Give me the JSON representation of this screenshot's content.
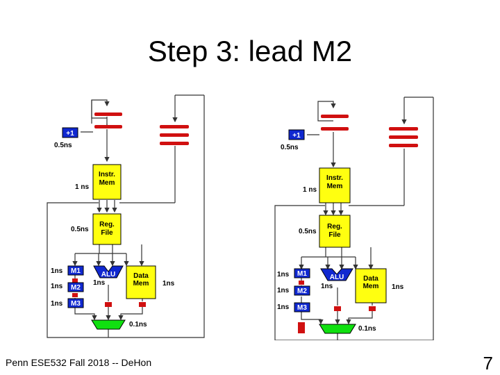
{
  "slide": {
    "title": "Step 3: lead M2",
    "footer": "Penn ESE532 Fall 2018 -- DeHon",
    "page_number": "7"
  },
  "diagram_left": {
    "plus_one": "+1",
    "t_plus_one": "0.5ns",
    "imem": [
      "Instr.",
      "Mem"
    ],
    "t_imem": "1 ns",
    "regfile": [
      "Reg.",
      "File"
    ],
    "t_regfile": "0.5ns",
    "alu": "ALU",
    "t_alu": "1ns",
    "dmem": [
      "Data",
      "Mem"
    ],
    "t_dmem": "1ns",
    "m1": "M1",
    "m2": "M2",
    "m3": "M3",
    "t_m1": "1ns",
    "t_m2": "1ns",
    "t_m3": "1ns",
    "t_mux": "0.1ns"
  },
  "diagram_right": {
    "plus_one": "+1",
    "t_plus_one": "0.5ns",
    "imem": [
      "Instr.",
      "Mem"
    ],
    "t_imem": "1 ns",
    "regfile": [
      "Reg.",
      "File"
    ],
    "t_regfile": "0.5ns",
    "alu": "ALU",
    "t_alu": "1ns",
    "dmem": [
      "Data",
      "Mem"
    ],
    "t_dmem": "1ns",
    "m1": "M1",
    "m2": "M2",
    "m3": "M3",
    "t_m1": "1ns",
    "t_m2": "1ns",
    "t_m3": "1ns",
    "t_mux": "0.1ns"
  },
  "colors": {
    "register": "#d01010",
    "memory": "#ffff10",
    "multiplier": "#1028d0",
    "mux": "#10e010",
    "wire": "#333333"
  }
}
